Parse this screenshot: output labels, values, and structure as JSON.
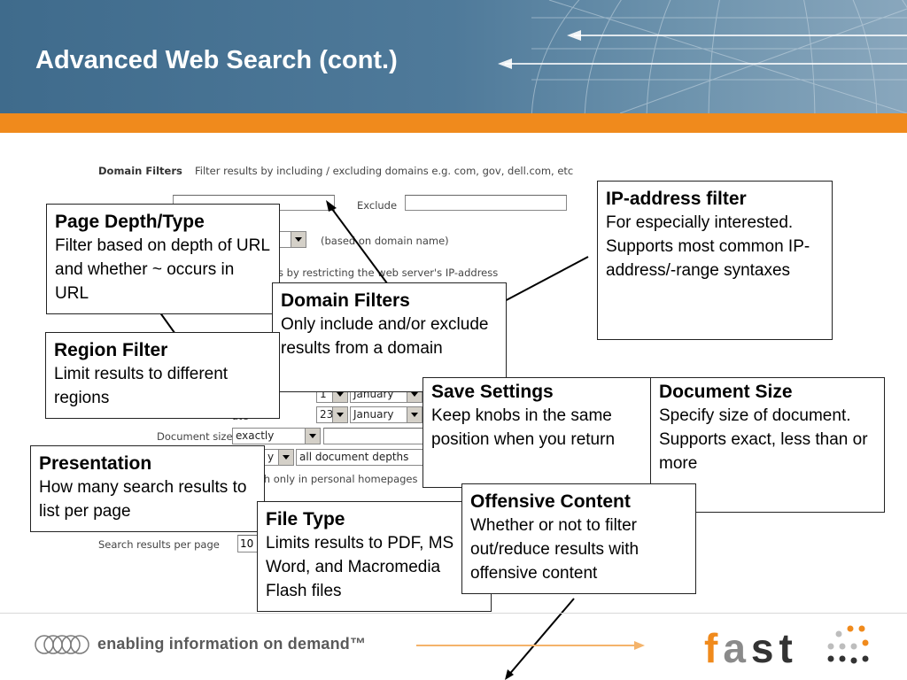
{
  "slide": {
    "title": "Advanced Web Search (cont.)"
  },
  "form": {
    "domain_filters_label": "Domain Filters",
    "domain_filters_desc": "Filter results by including / excluding domains e.g. com, gov, dell.com, etc",
    "exclude_label": "Exclude",
    "based_on_domain": "(based on domain name)",
    "ip_restrict_text": "s by restricting the web server's IP-address",
    "date_day": "1",
    "date_month_1": "January",
    "date_day_2": "23",
    "date_month_2": "January",
    "document_size_label": "Document size",
    "document_size_value": "exactly",
    "depth_value": "all document depths",
    "personal_homepages_text": "rch only in personal homepages",
    "results_per_page_label": "Search results per page",
    "results_per_page_value": "10"
  },
  "callouts": {
    "page_depth": {
      "title": "Page Depth/Type",
      "body": "Filter based on depth of URL and whether ~ occurs in URL"
    },
    "ip_filter": {
      "title": "IP-address filter",
      "body": "For especially interested. Supports most common IP-address/-range syntaxes"
    },
    "domain_filters": {
      "title": "Domain Filters",
      "body": "Only include and/or exclude results from a domain"
    },
    "region_filter": {
      "title": "Region Filter",
      "body": "Limit results to different regions"
    },
    "save_settings": {
      "title": "Save Settings",
      "body": "Keep knobs in the same position when you return"
    },
    "document_size": {
      "title": "Document Size",
      "body": "Specify size of document. Supports exact, less than or more"
    },
    "presentation": {
      "title": "Presentation",
      "body": "How many search results to list per page"
    },
    "offensive_content": {
      "title": "Offensive Content",
      "body": "Whether or not to filter out/reduce results with offensive content"
    },
    "file_type": {
      "title": "File Type",
      "body": "Limits results to PDF, MS Word, and Macromedia Flash files"
    }
  },
  "footer": {
    "tagline": "enabling information on demand™",
    "logo_text": "fast"
  },
  "colors": {
    "banner": "#4f7a9a",
    "orange_bar": "#f08a1c",
    "logo_orange": "#f08a1c",
    "logo_dark": "#333333"
  }
}
